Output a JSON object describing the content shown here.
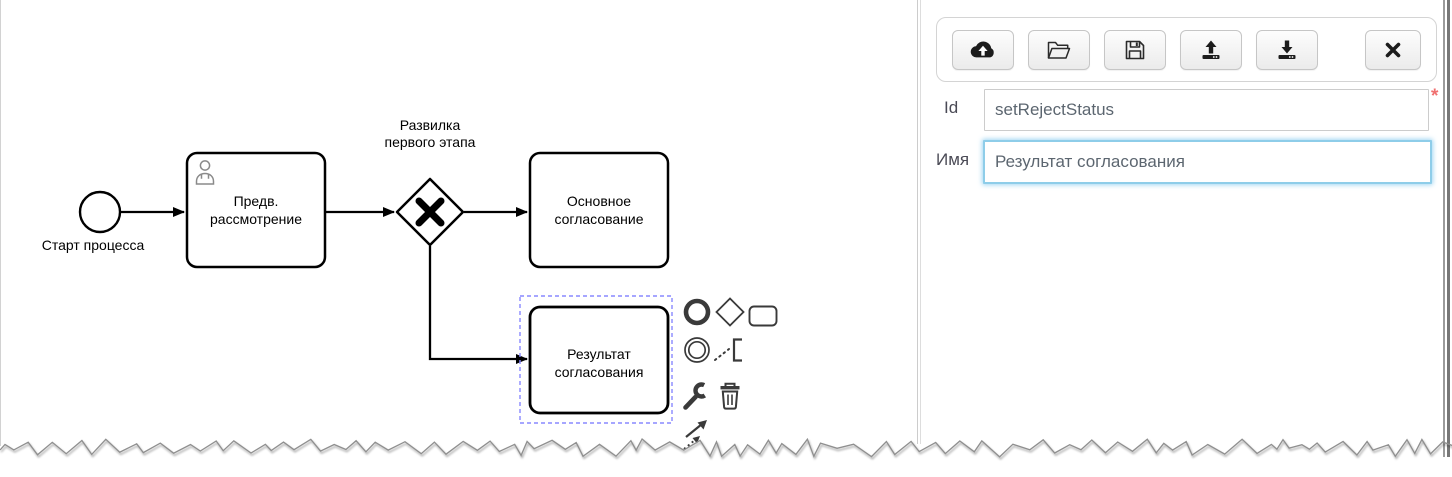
{
  "diagram": {
    "start_label": "Старт процесса",
    "task_preliminary": "Предв.\nрассмотрение",
    "gateway_label": "Развилка\nпервого этапа",
    "task_main": "Основное\nсогласование",
    "task_result": "Результат\nсогласования",
    "shape_stroke_color": "#000000",
    "selection_color": "#8888ff",
    "icons": [
      "user-icon",
      "xor-gateway-marker"
    ]
  },
  "context_pad": {
    "icons": [
      "append-end-event-icon",
      "append-gateway-icon",
      "append-task-icon",
      "append-intermediate-event-icon",
      "append-text-annotation-icon",
      "wrench-icon",
      "trash-icon",
      "connect-arrow-icon"
    ]
  },
  "panel": {
    "toolbar_icons": [
      "cloud-upload-icon",
      "open-file-icon",
      "save-icon",
      "upload-icon",
      "download-icon",
      "close-icon"
    ],
    "fields": {
      "id": {
        "label": "Id",
        "value": "setRejectStatus",
        "required_marker": "*"
      },
      "name": {
        "label": "Имя",
        "value": "Результат согласования"
      }
    },
    "focus_border_color": "#8ecde9",
    "required_color": "#f07070"
  }
}
